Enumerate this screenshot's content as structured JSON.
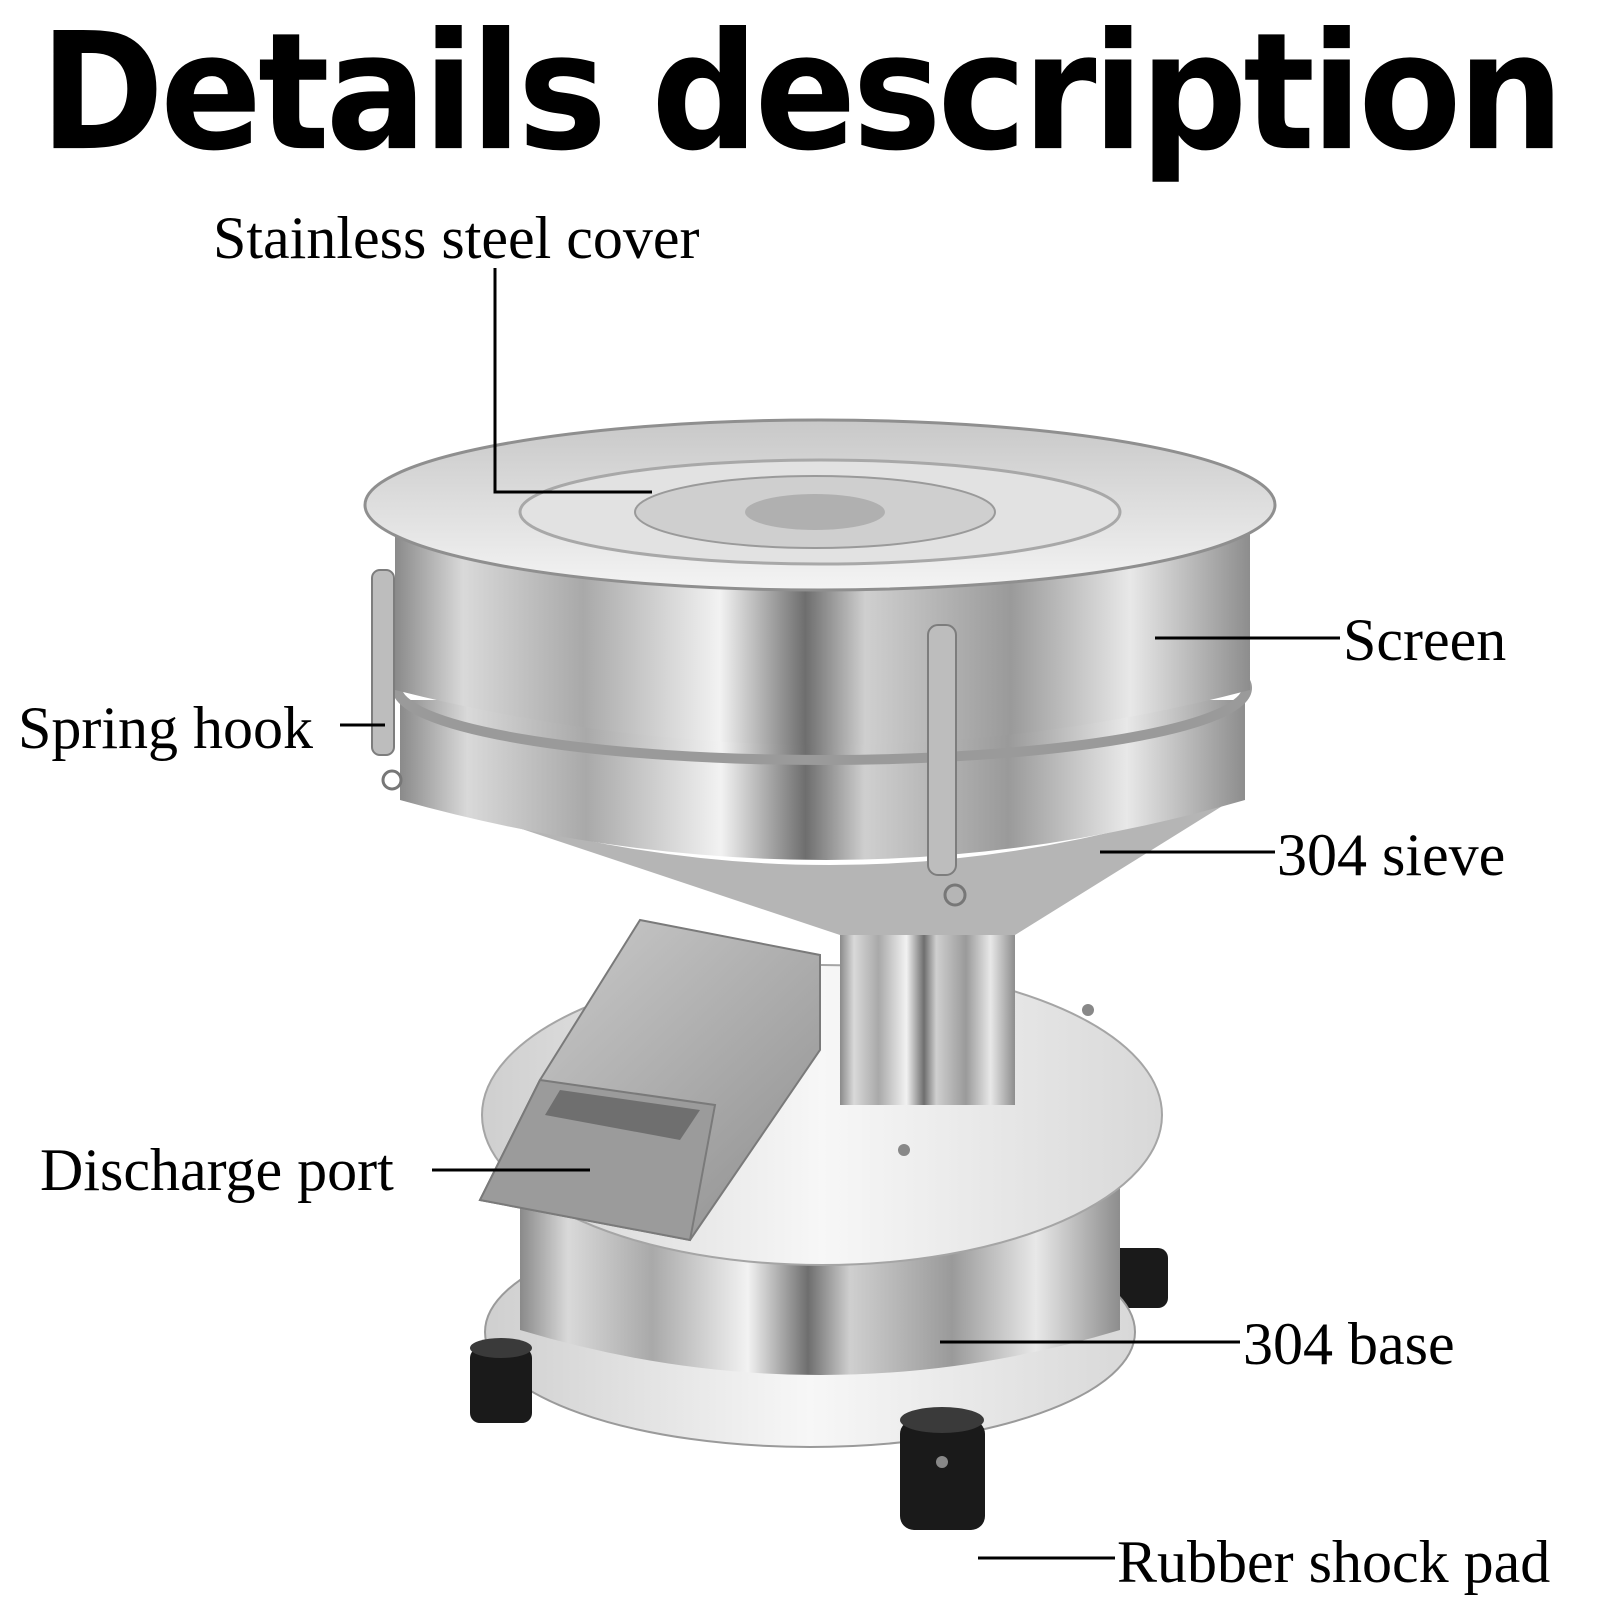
{
  "title": "Details description",
  "labels": {
    "cover": "Stainless steel cover",
    "screen": "Screen",
    "spring_hook": "Spring hook",
    "sieve": "304 sieve",
    "discharge": "Discharge port",
    "base": "304 base",
    "pad": "Rubber shock pad"
  },
  "colors": {
    "steel_light": "#e6e6e6",
    "steel_mid": "#b9b9b9",
    "steel_dark": "#7d7d7d",
    "rubber": "#1a1a1a"
  }
}
